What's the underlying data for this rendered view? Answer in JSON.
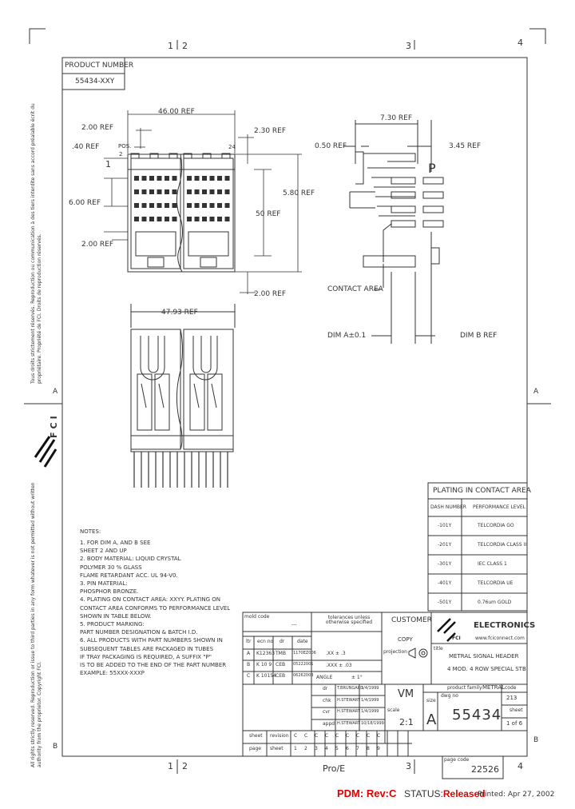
{
  "border": {
    "zones_top": [
      "1",
      "2",
      "3",
      "4"
    ],
    "zones_bottom": [
      "1",
      "2",
      "3",
      "4"
    ],
    "zones_side": [
      "A",
      "B"
    ]
  },
  "product_number": {
    "label": "PRODUCT NUMBER",
    "value": "55434-XXY"
  },
  "dims": {
    "d4600": "46.00 REF",
    "d200a": "2.00 REF",
    "d040": ".40 REF",
    "pos": "POS.",
    "d230": "2.30 REF",
    "d580": "5.80 REF",
    "d600": "6.00 REF",
    "d50": "50 REF",
    "d200b": "2.00 REF",
    "d200c": "2.00 REF",
    "d730": "7.30 REF",
    "d050": "0.50 REF",
    "d345": "3.45 REF",
    "contact_area": "CONTACT AREA",
    "dim_a": "DIM A±0.1",
    "dim_b": "DIM B REF",
    "d4793": "47.93 REF",
    "row_p": "P",
    "pin1": "1",
    "pin2": "2",
    "pin24": "24"
  },
  "notes": {
    "title": "NOTES:",
    "lines": [
      "1.  FOR DIM A, AND B SEE",
      "     SHEET 2 AND UP",
      "2.  BODY MATERIAL: LIQUID CRYSTAL",
      "     POLYMER 30 % GLASS",
      "     FLAME RETARDANT ACC. UL 94-V0.",
      "3.  PIN MATERIAL:",
      "     PHOSPHOR BRONZE.",
      "4.  PLATING ON CONTACT AREA: XXYY. PLATING ON",
      "     CONTACT AREA CONFORMS TO PERFORMANCE LEVEL",
      "     SHOWN IN TABLE BELOW.",
      "5.  PRODUCT MARKING:",
      "     PART NUMBER DESIGNATION & BATCH I.D.",
      "6.  ALL PRODUCTS WITH PART NUMBERS SHOWN IN",
      "     SUBSEQUENT TABLES ARE PACKAGED IN TUBES",
      "     IF TRAY PACKAGING IS REQUIRED, A SUFFIX \"P\"",
      "     IS TO BE ADDED TO THE END OF THE PART NUMBER",
      "     EXAMPLE: 55XXX-XXXP"
    ]
  },
  "plating_table": {
    "title": "PLATING IN CONTACT AREA",
    "col1": "DASH NUMBER",
    "col2": "PERFORMANCE LEVEL",
    "rows": [
      {
        "dash": "-101Y",
        "level": "TELCORDIA GO"
      },
      {
        "dash": "-201Y",
        "level": "TELCORDIA CLASS II"
      },
      {
        "dash": "-301Y",
        "level": "IEC CLASS 1"
      },
      {
        "dash": "-401Y",
        "level": "TELCORDIA UE"
      },
      {
        "dash": "-501Y",
        "level": "0.76um GOLD"
      }
    ]
  },
  "title_block": {
    "mold_code": "mold code",
    "mold_code_val": "---",
    "tolerances": "tolerances unless otherwise specified",
    "customer": "CUSTOMER",
    "copy": "COPY",
    "projection": "projection",
    "company": "ELECTRONICS",
    "website": "www.fciconnect.com",
    "fci": "FCI",
    "rev_headers": [
      "ltr",
      "ecn no",
      "dr",
      "date"
    ],
    "revs": [
      [
        "A",
        "K12363",
        "TMB",
        "1170EZ006"
      ],
      [
        "B",
        "K 10 9",
        "CEB",
        "05222001"
      ],
      [
        "C",
        "K 10154",
        "CEB",
        "06262003"
      ]
    ],
    "tol1": ".XX ± .3",
    "tol2": ".XXX ± .03",
    "tol3": "ANGLE",
    "tol3b": "± 1°",
    "title_lbl": "title",
    "title_lines": [
      "METRAL SIGNAL HEADER",
      "4 MOD. 4 ROW SPECIAL STB"
    ],
    "roles": [
      {
        "role": "dr",
        "name": "T.BRUNGARD",
        "date": "1/4/1999"
      },
      {
        "role": "chk",
        "name": "H.STEWART",
        "date": "1/4/1999"
      },
      {
        "role": "cvr",
        "name": "H.STEWART",
        "date": "1/4/1999"
      },
      {
        "role": "appd",
        "name": "H.STEWART",
        "date": "10/18/1999"
      }
    ],
    "vm": "VM",
    "product_family_lbl": "product family",
    "product_family": "METRAL",
    "code_lbl": "code",
    "code_val": "213",
    "size_lbl": "size",
    "size_val": "A",
    "dwg_no_lbl": "dwg no",
    "dwg_no": "55434",
    "sheet_lbl": "sheet",
    "sheet_val": "1 of 6",
    "scale_lbl": "scale",
    "scale_val": "2:1",
    "sheet_row": [
      "sheet",
      "revision",
      "C",
      "C",
      "C",
      "C",
      "C",
      "C",
      "C",
      "C",
      "C"
    ],
    "page_row": [
      "page",
      "sheet",
      "1",
      "2",
      "3",
      "4",
      "5",
      "6",
      "7",
      "8",
      "9"
    ],
    "page_code_lbl": "page code",
    "page_code": "22526"
  },
  "footer": {
    "pro_e": "Pro/E",
    "pdm_rev": "PDM: Rev:C",
    "status_lbl": "STATUS:",
    "status_val": "Released",
    "printed": "Printed: Apr 27, 2002"
  },
  "side": {
    "left_text_top": "Tous droits strictement réservés. Reproduction ou communication à des tiers interdite sans accord préalable écrit du propriétaire. Propriété de FCI. Droits de reproduction réservés.",
    "left_text_bottom": "All rights strictly reserved. Reproduction or issue to third parties in any form whatever is not permitted without written authority from the proprietor. Copyright FCI.",
    "logo": "FCI"
  }
}
